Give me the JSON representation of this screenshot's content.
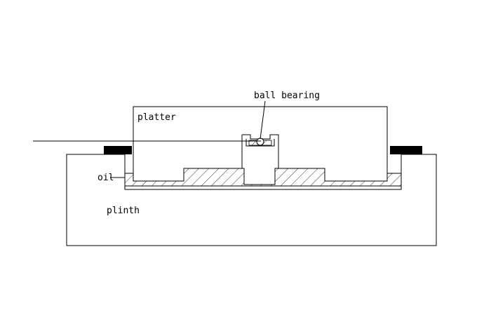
{
  "labels": {
    "platter": "platter",
    "ball_bearing": "ball bearing",
    "oil": "oil",
    "plinth": "plinth"
  },
  "colors": {
    "line": "#000000",
    "background": "#ffffff",
    "belt_block": "#000000"
  }
}
